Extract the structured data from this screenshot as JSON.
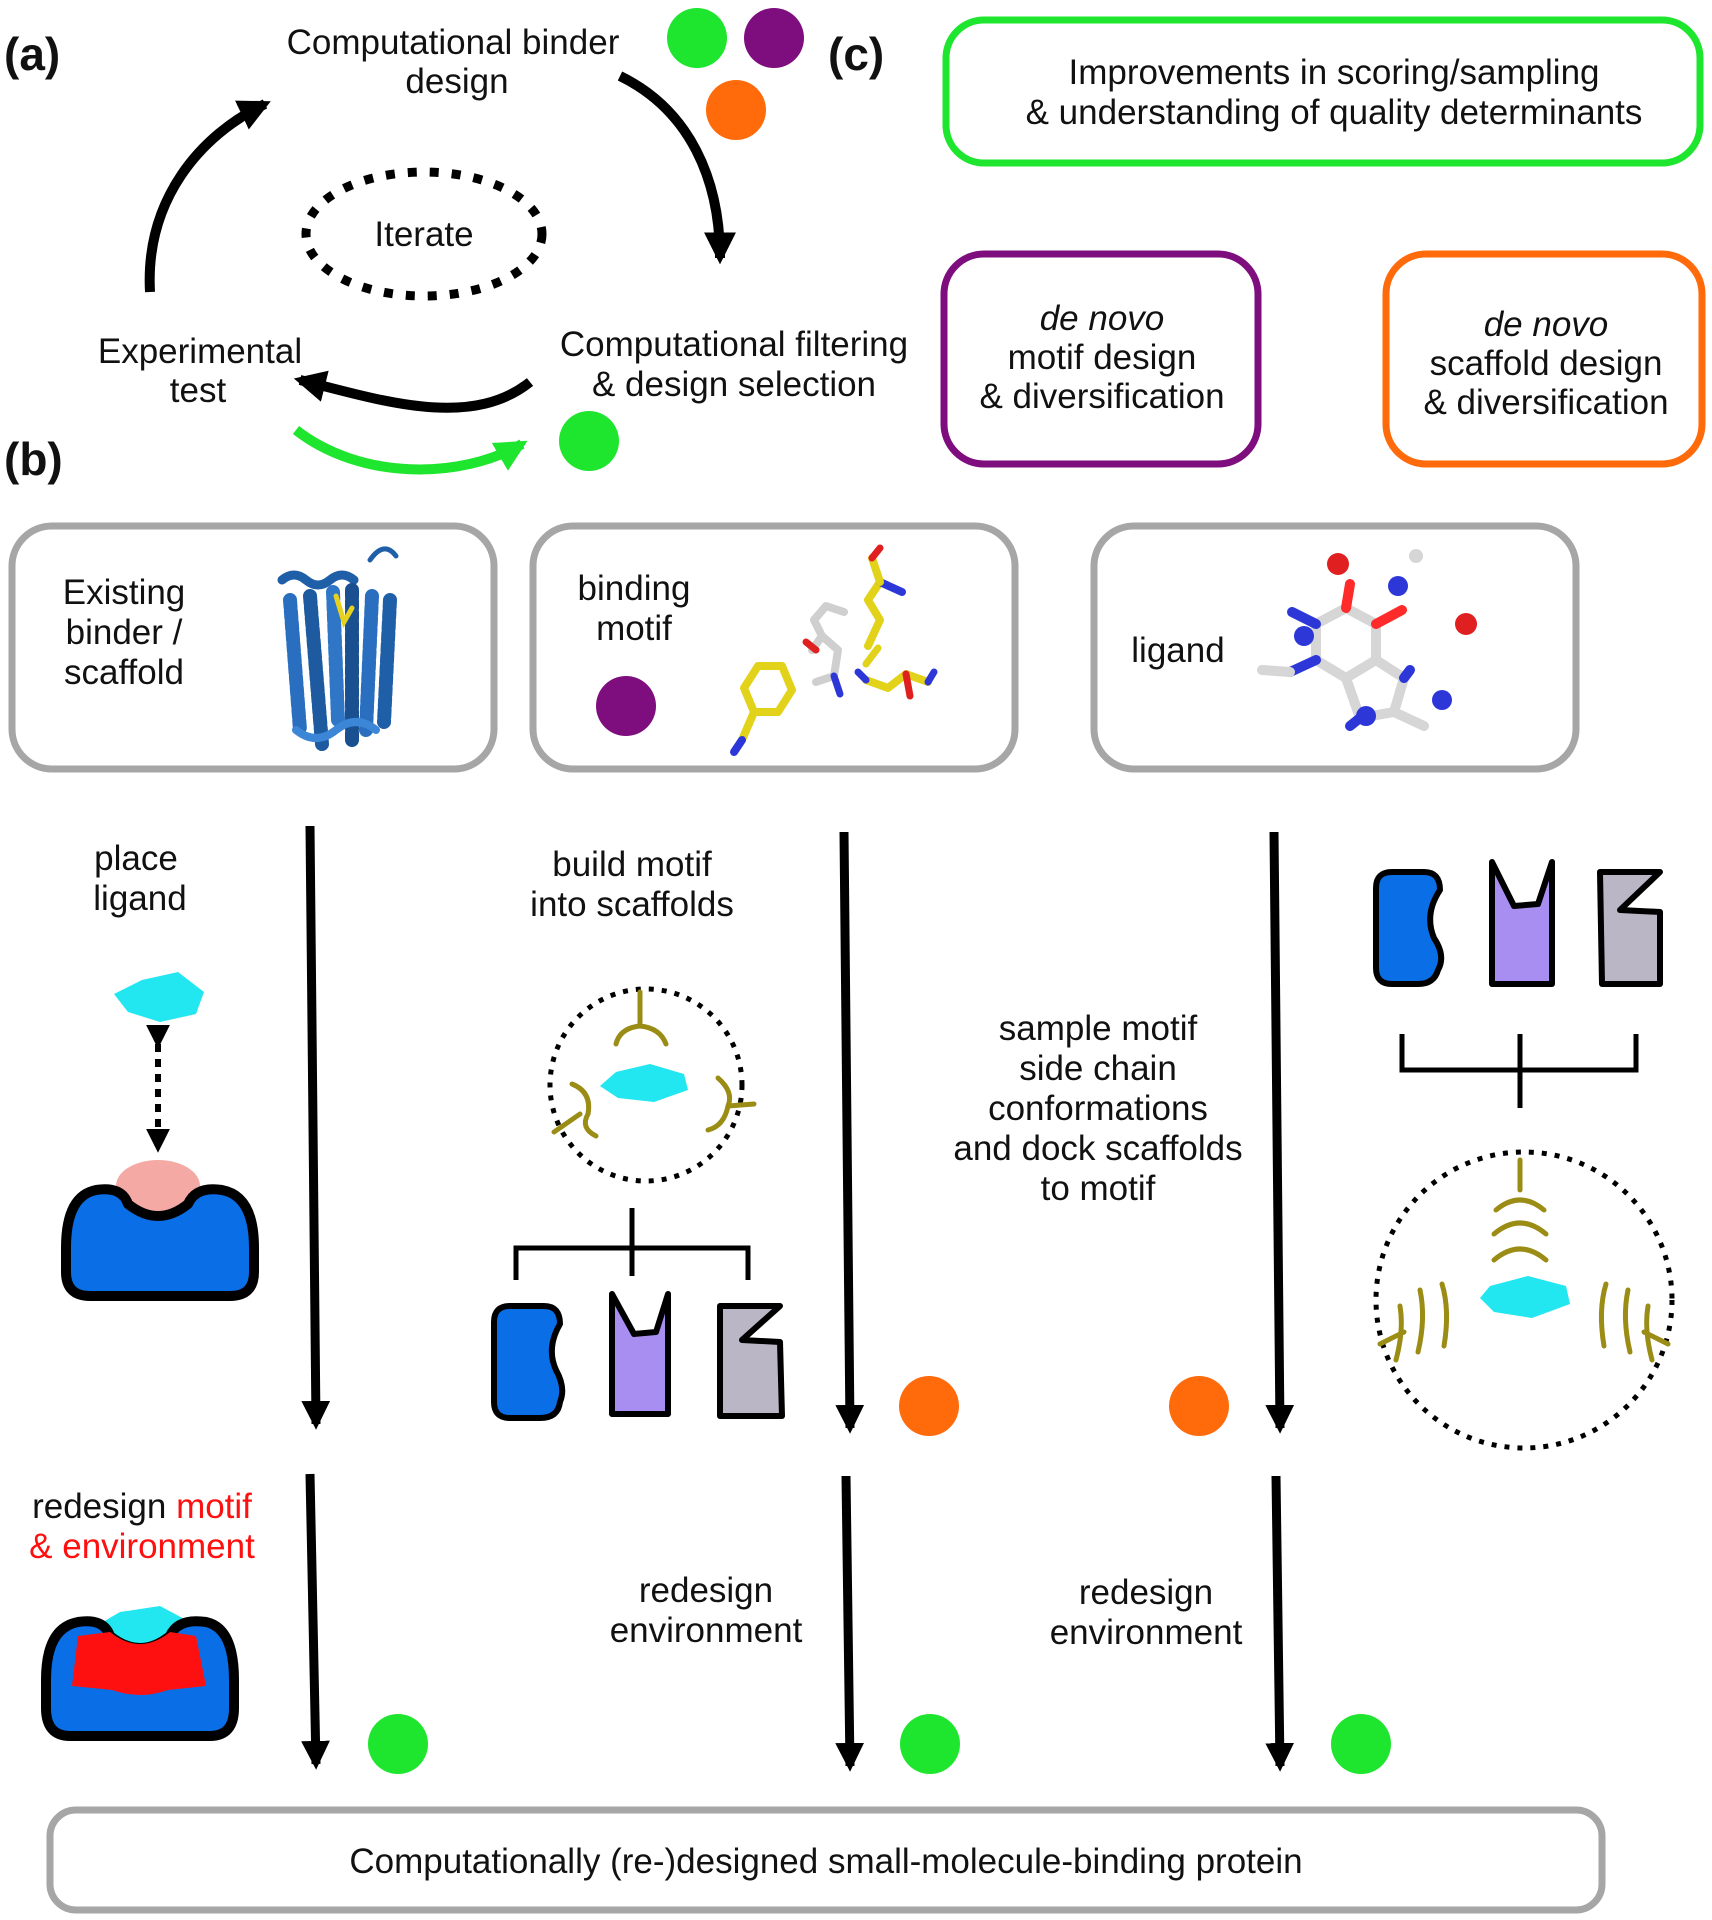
{
  "panel_labels": {
    "a": "(a)",
    "b": "(b)",
    "c": "(c)"
  },
  "cycle": {
    "design": [
      "Computational binder",
      "design"
    ],
    "iterate": "Iterate",
    "filtering": [
      "Computational filtering",
      "& design selection"
    ],
    "experimental": [
      "Experimental",
      "test"
    ]
  },
  "improvements": {
    "scoring": [
      "Improvements in scoring/sampling",
      "& understanding of quality determinants"
    ],
    "motif": {
      "italic": "de novo",
      "lines": [
        "motif design",
        "& diversification"
      ]
    },
    "scaffold": {
      "italic": "de novo",
      "lines": [
        "scaffold design",
        "& diversification"
      ]
    }
  },
  "inputs": {
    "existing": [
      "Existing",
      "binder /",
      "scaffold"
    ],
    "motif": [
      "binding",
      "motif"
    ],
    "ligand": "ligand"
  },
  "steps": {
    "place_ligand": [
      "place",
      "ligand"
    ],
    "build_motif": [
      "build motif",
      "into scaffolds"
    ],
    "sample_motif": [
      "sample motif",
      "side chain",
      "conformations",
      "and dock scaffolds",
      "to motif"
    ],
    "redesign_motif_prefix": "redesign ",
    "redesign_motif_red": "motif",
    "redesign_motif_line2": "& environment",
    "redesign_env_1": [
      "redesign",
      "environment"
    ],
    "redesign_env_2": [
      "redesign",
      "environment"
    ]
  },
  "output": "Computationally (re-)designed small-molecule-binding protein",
  "colors": {
    "green": "#1ee52e",
    "purple": "#7e0d7e",
    "orange": "#ff6a0a",
    "ligand_cyan": "#22e6f0",
    "protein_blue": "#0a6ee6",
    "lavender": "#a88ef0",
    "grey_scaffold": "#bbb6c6",
    "pocket_pink": "#f4a9a4",
    "motif_red": "#ff1010",
    "sidechain_olive": "#9a8c14",
    "box_grey": "#a6a6a6"
  }
}
